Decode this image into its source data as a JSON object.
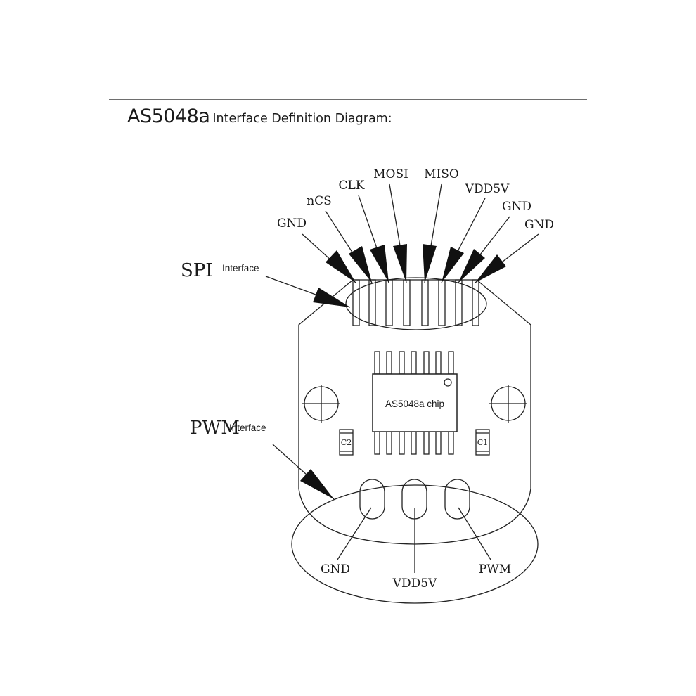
{
  "heading": {
    "chip_name": "AS5048a",
    "title_rest": "Interface Definition Diagram:"
  },
  "spi": {
    "label": "SPI",
    "sublabel": "Interface",
    "pins": [
      "GND",
      "nCS",
      "CLK",
      "MOSI",
      "MISO",
      "VDD5V",
      "GND",
      "GND"
    ]
  },
  "chip": {
    "label": "AS5048a chip"
  },
  "capacitors": {
    "c1": "C1",
    "c2": "C2"
  },
  "pwm": {
    "label": "PWM",
    "sublabel": "Interface",
    "pins": [
      "GND",
      "VDD5V",
      "PWM"
    ]
  }
}
